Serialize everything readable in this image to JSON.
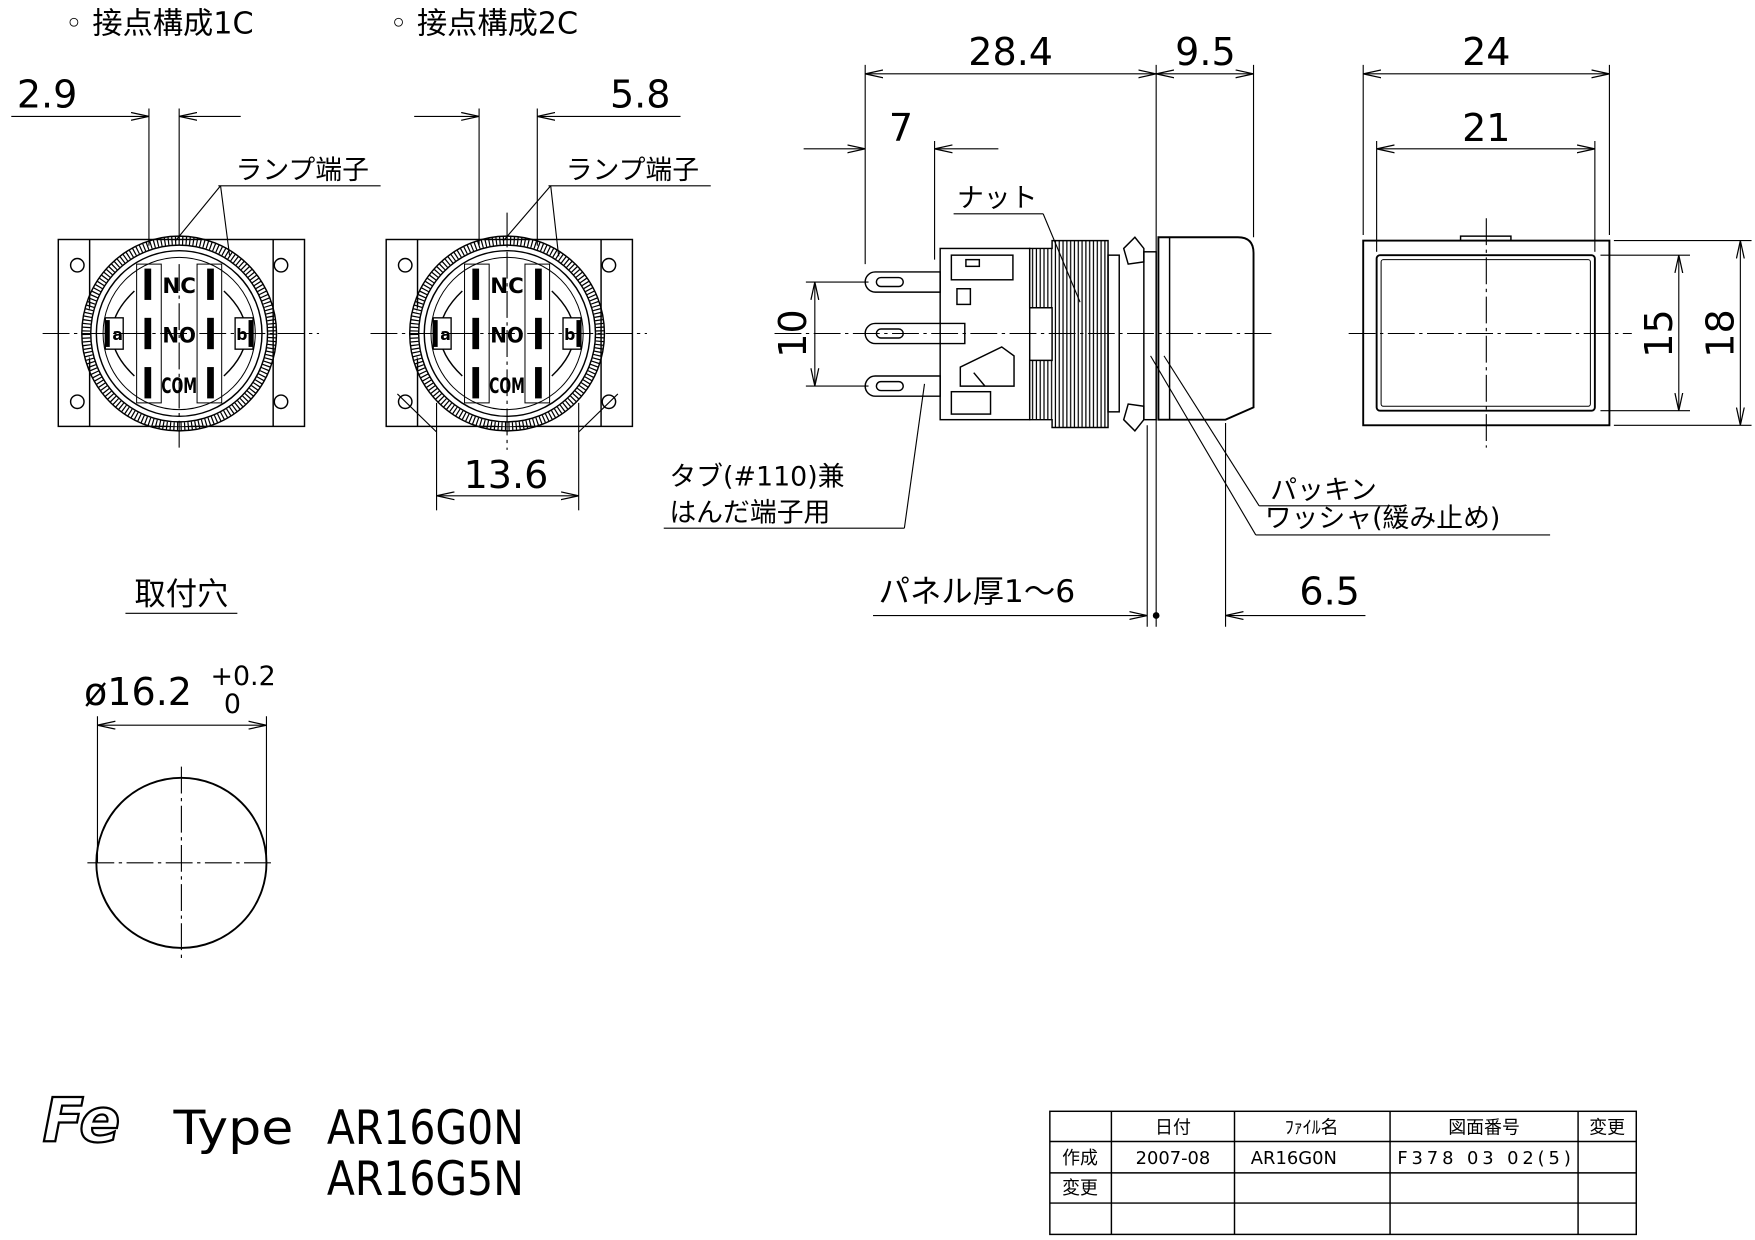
{
  "drawing": {
    "contact_1c": {
      "title": "◦ 接点構成1C",
      "dim_lamp": "2.9",
      "lamp_terminal": "ランプ端子",
      "nc": "NC",
      "no": "NO",
      "com": "COM",
      "a": "a",
      "b": "b"
    },
    "contact_2c": {
      "title": "◦ 接点構成2C",
      "dim_lamp": "5.8",
      "lamp_terminal": "ランプ端子",
      "nc": "NC",
      "no": "NO",
      "com": "COM",
      "a": "a",
      "b": "b",
      "dim_span": "13.6"
    },
    "side_view": {
      "dim_body": "28.4",
      "dim_front": "9.5",
      "dim_tab": "7",
      "dim_pitch": "10",
      "nut": "ナット",
      "packing": "パッキン",
      "washer": "ワッシャ(緩み止め)",
      "tab_line1": "タブ(#110)兼",
      "tab_line2": "はんだ端子用",
      "panel": "パネル厚1～6",
      "dim_projection": "6.5"
    },
    "front_view": {
      "dim_outer_w": "24",
      "dim_inner_w": "21",
      "dim_inner_h": "15",
      "dim_outer_h": "18"
    },
    "mounting_hole": {
      "title": "取付穴",
      "diameter": "ø16.2",
      "tol_upper": "+0.2",
      "tol_lower": "0"
    }
  },
  "logo": "Fe",
  "type_block": {
    "label": "Type",
    "model_1": "AR16G0N",
    "model_2": "AR16G5N"
  },
  "title_block": {
    "headers": {
      "date": "日付",
      "file": "ﾌｧｲﾙ名",
      "drawing_no": "図面番号",
      "revision": "変更"
    },
    "rows": [
      {
        "label": "作成",
        "date": "2007-08",
        "file": "AR16G0N",
        "drawing_no": "F378 03 02(5)"
      },
      {
        "label": "変更"
      }
    ]
  }
}
